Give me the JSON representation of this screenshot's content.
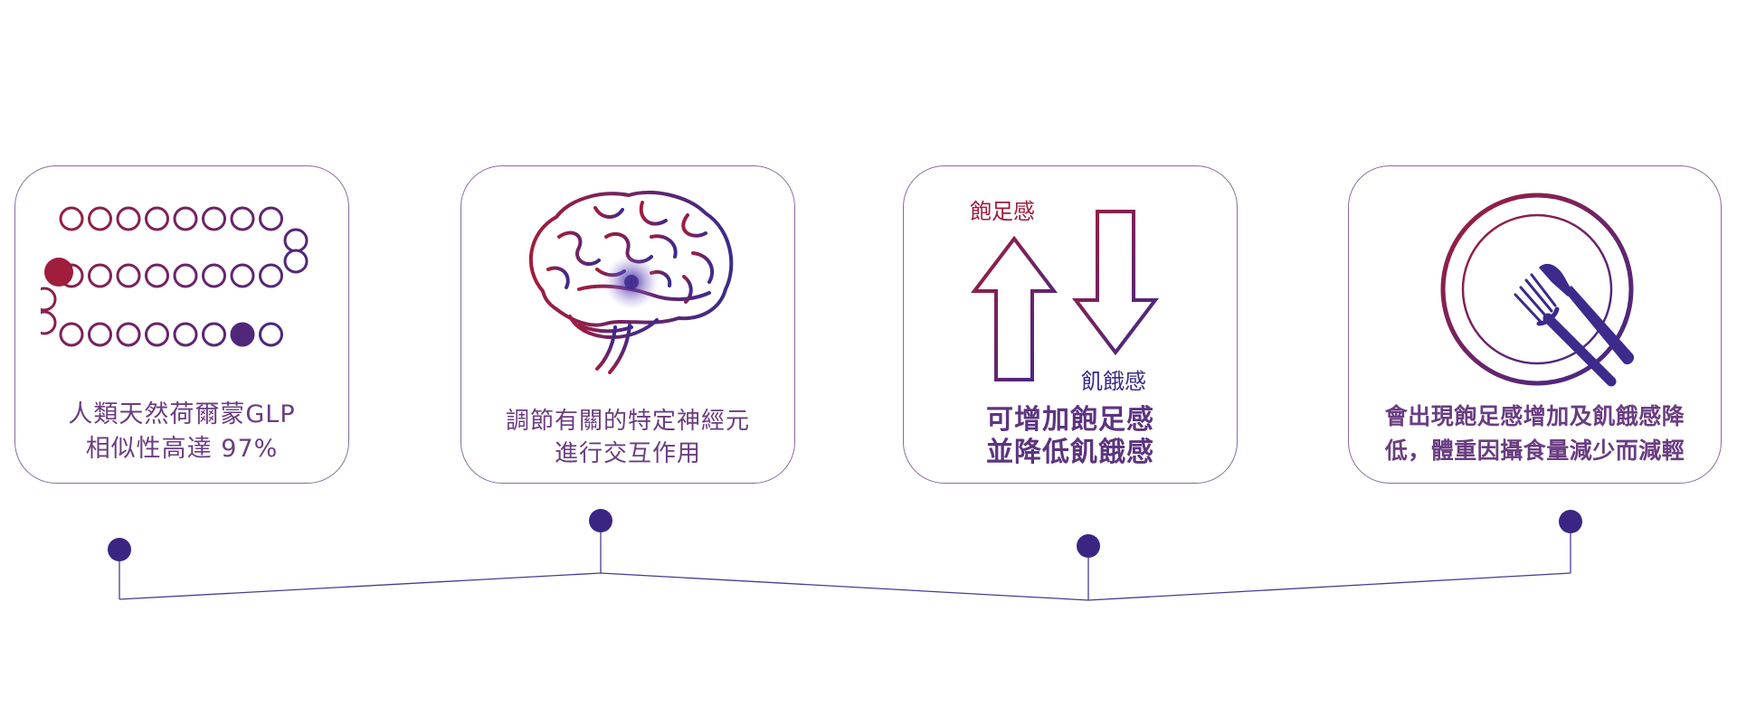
{
  "cards": [
    {
      "icon": "glp-peptide-chain-icon",
      "lines": [
        "人類天然荷爾蒙GLP",
        "相似性高達 97%"
      ]
    },
    {
      "icon": "brain-icon",
      "lines": [
        "調節有關的特定神經元",
        "進行交互作用"
      ]
    },
    {
      "icon": "up-down-arrows-icon",
      "lines": [
        "可增加飽足感",
        "並降低飢餓感"
      ],
      "up_label": "飽足感",
      "down_label": "飢餓感"
    },
    {
      "icon": "plate-fork-knife-icon",
      "lines": [
        "會出現飽足感增加及飢餓感降",
        "低，體重因攝食量減少而減輕"
      ]
    }
  ],
  "colors": {
    "red": "#a01d3c",
    "purple": "#3d2a8c",
    "border": "#8a6a9c",
    "text": "#6a3d82",
    "dot": "#3b2583"
  }
}
